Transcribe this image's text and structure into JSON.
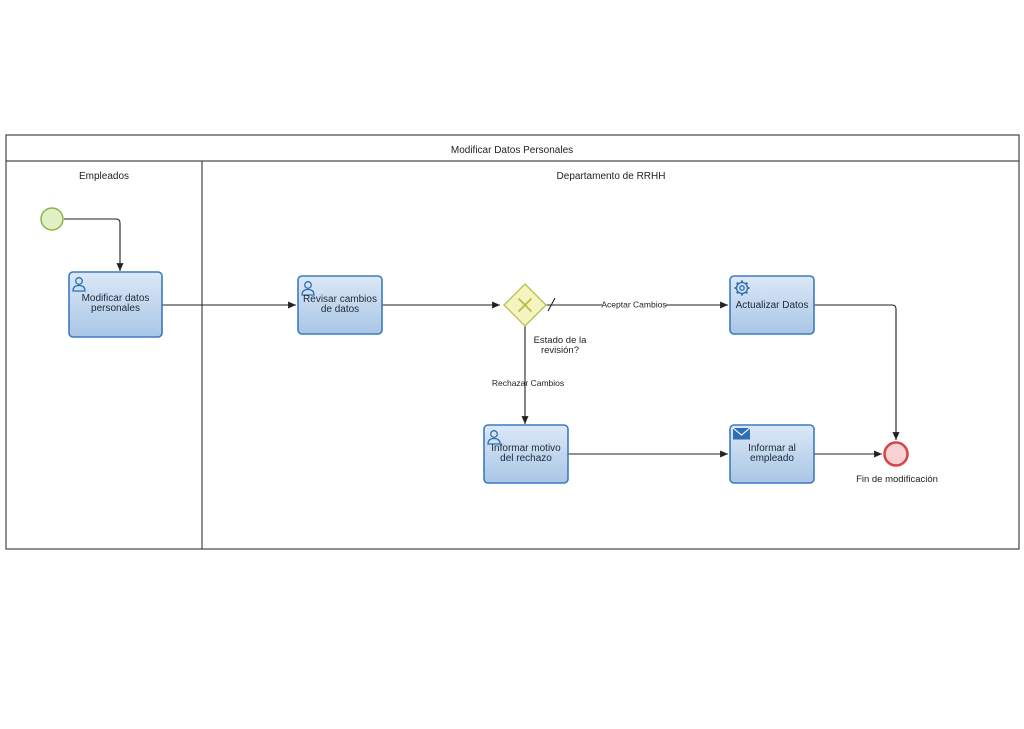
{
  "pool": {
    "title": "Modificar Datos Personales"
  },
  "lanes": {
    "employees": "Empleados",
    "hr": "Departamento de RRHH"
  },
  "tasks": {
    "modify_personal_data": [
      "Modificar datos",
      "personales"
    ],
    "review_changes": [
      "Revisar cambios",
      "de datos"
    ],
    "update_data": [
      "Actualizar Datos"
    ],
    "inform_rejection_reason": [
      "Informar motivo",
      "del rechazo"
    ],
    "inform_employee": [
      "Informar al",
      "empleado"
    ]
  },
  "gateway": {
    "label": [
      "Estado de la",
      "revisión?"
    ]
  },
  "flows": {
    "accept": "Aceptar Cambios",
    "reject": "Rechazar Cambios"
  },
  "end_event": {
    "label": "Fin de modificación"
  },
  "icons": {
    "user_task": "user-icon",
    "service_task": "gear-icon",
    "send_task": "envelope-icon",
    "gateway": "exclusive-gateway-x-icon"
  },
  "colors": {
    "task_fill_top": "#dbe8f6",
    "task_fill_bottom": "#a9c6e6",
    "task_border": "#3c7bbf",
    "icon": "#2f6fb3",
    "start_fill": "#dff0c2",
    "start_border": "#8fb34a",
    "end_fill": "#f7d2d2",
    "end_border": "#d9434e",
    "gateway_fill": "#f3f4bf",
    "gateway_border": "#b9bd49"
  }
}
